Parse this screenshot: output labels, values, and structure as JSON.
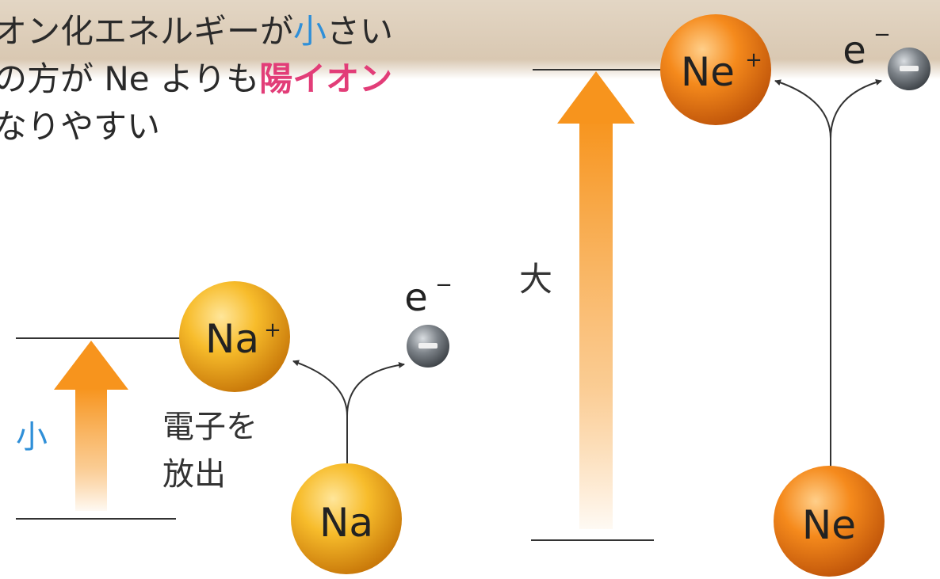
{
  "caption": {
    "line1_a": "オン化エネルギーが",
    "line1_highlight": "小",
    "line1_b": "さい",
    "line2_a": "の方が Ne よりも",
    "line2_highlight": "陽イオン",
    "line3": "なりやすい"
  },
  "left": {
    "energy_label": "小",
    "process_label_line1": "電子を",
    "process_label_line2": "放出",
    "atom": "Na",
    "ion": "Na",
    "ion_charge": "+",
    "electron": "e",
    "electron_charge": "−"
  },
  "right": {
    "energy_label": "大",
    "atom": "Ne",
    "ion": "Ne",
    "ion_charge": "+",
    "electron": "e",
    "electron_charge": "−"
  },
  "colors": {
    "na_sphere": "#f4b21a",
    "ne_sphere": "#f28a16",
    "arrow": "#f7941d",
    "electron": "#6e7378",
    "highlight_blue": "#2f8fd8",
    "highlight_pink": "#e23d78"
  }
}
